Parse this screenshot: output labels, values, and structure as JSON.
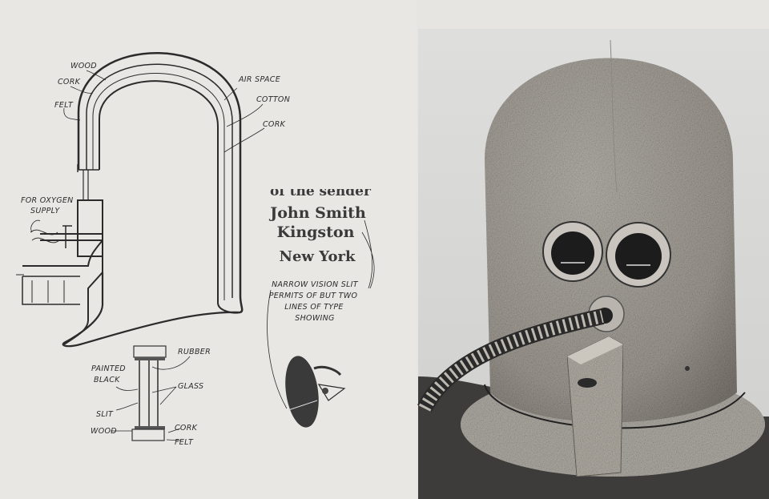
{
  "diagram": {
    "helmet_labels": {
      "wood": "WOOD",
      "cork_outer": "CORK",
      "felt": "FELT",
      "air_space": "AIR SPACE",
      "cotton": "COTTON",
      "cork_inner": "CORK",
      "oxygen_1": "FOR OXYGEN",
      "oxygen_2": "SUPPLY"
    },
    "sample_text": {
      "line_cut_top": "of the sender",
      "line_1": "John Smith",
      "line_2": "Kingston",
      "line_cut_bottom": "New York"
    },
    "vision_note": [
      "NARROW VISION SLIT",
      "PERMITS OF BUT TWO",
      "LINES OF TYPE",
      "SHOWING"
    ],
    "slit_labels": {
      "rubber": "RUBBER",
      "painted_1": "PAINTED",
      "painted_2": "BLACK",
      "glass": "GLASS",
      "slit": "SLIT",
      "wood": "WOOD",
      "cork": "CORK",
      "felt": "FELT"
    }
  },
  "photo": {
    "subject": "helmet-photo",
    "colors": {
      "felt": "#a8a39b",
      "background": "#d9d9d7",
      "base": "#3a3a38"
    }
  }
}
